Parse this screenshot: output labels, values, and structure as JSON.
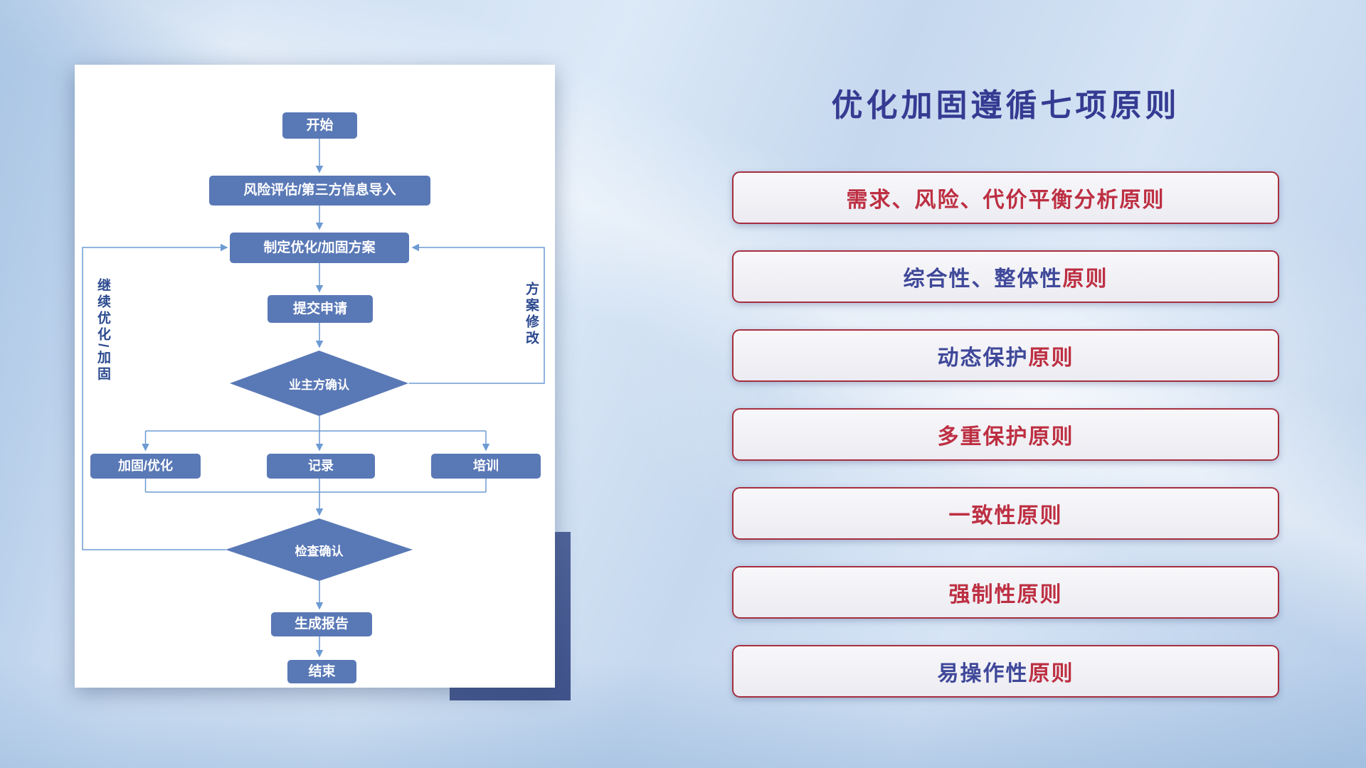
{
  "slide": {
    "title": "优化加固遵循七项原则"
  },
  "flowchart": {
    "nodes": {
      "start": "开始",
      "risk_import": "风险评估/第三方信息导入",
      "make_plan": "制定优化/加固方案",
      "submit": "提交申请",
      "owner_confirm": "业主方确认",
      "reinforce": "加固/优化",
      "record": "记录",
      "training": "培训",
      "check_confirm": "检查确认",
      "report": "生成报告",
      "end": "结束"
    },
    "labels": {
      "continue_loop": "继续优化/加固",
      "revise_plan": "方案修改"
    }
  },
  "principles": [
    {
      "main": "需求、风险、代价平衡分析原则",
      "suffix": "",
      "main_blue": false
    },
    {
      "main": "综合性、整体性",
      "suffix": "原则",
      "main_blue": true
    },
    {
      "main": "动态保护",
      "suffix": "原则",
      "main_blue": true
    },
    {
      "main": "多重保护原则",
      "suffix": "",
      "main_blue": false
    },
    {
      "main": "一致性原则",
      "suffix": "",
      "main_blue": false
    },
    {
      "main": "强制性原则",
      "suffix": "",
      "main_blue": false
    },
    {
      "main": "易操作性",
      "suffix": "原则",
      "main_blue": true
    }
  ],
  "colors": {
    "title": "#353b92",
    "principle_red": "#bd2f42",
    "principle_blue": "#3f4899",
    "principle_border": "#a62e3f",
    "node_fill": "#5978b6",
    "connector": "#6d9bd3",
    "accent_rect": "#4a5d92"
  }
}
